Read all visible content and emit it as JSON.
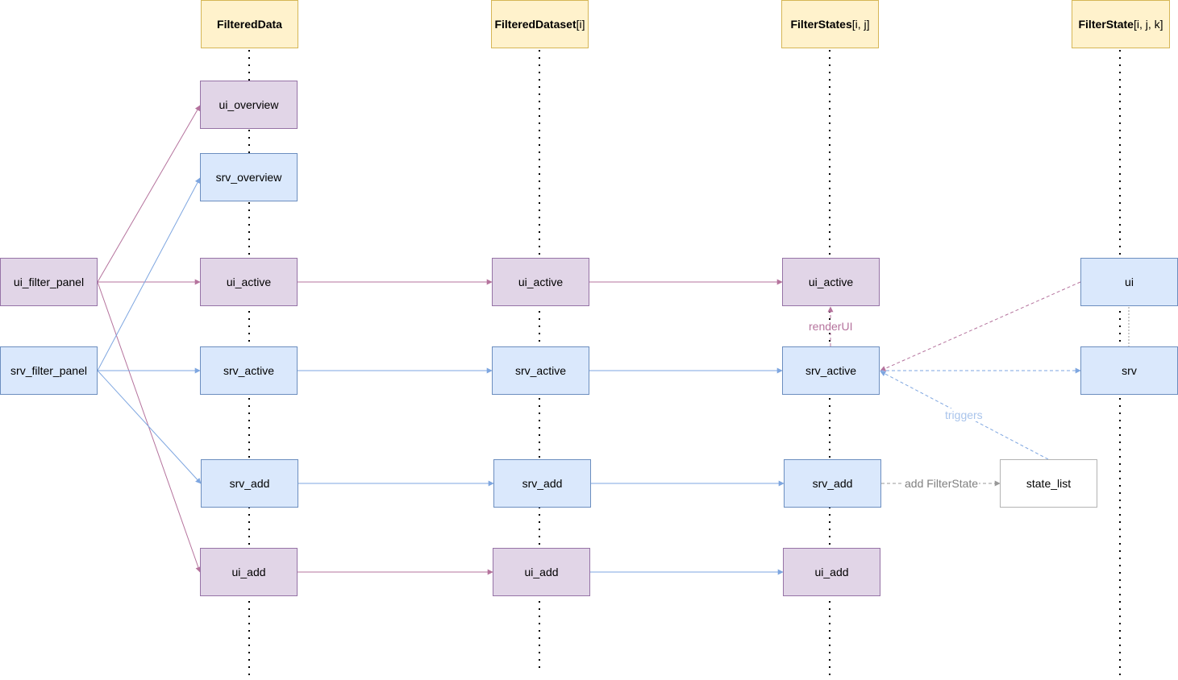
{
  "headers": [
    {
      "id": "h1",
      "bold": "FilteredData",
      "rest": ""
    },
    {
      "id": "h2",
      "bold": "FilteredDataset",
      "rest": "[i]"
    },
    {
      "id": "h3",
      "bold": "FilterStates",
      "rest": "[i, j]"
    },
    {
      "id": "h4",
      "bold": "FilterState",
      "rest": "[i, j, k]"
    }
  ],
  "nodes": {
    "ui_filter_panel": "ui_filter_panel",
    "srv_filter_panel": "srv_filter_panel",
    "fd_ui_overview": "ui_overview",
    "fd_srv_overview": "srv_overview",
    "fd_ui_active": "ui_active",
    "fd_srv_active": "srv_active",
    "fd_srv_add": "srv_add",
    "fd_ui_add": "ui_add",
    "fds_ui_active": "ui_active",
    "fds_srv_active": "srv_active",
    "fds_srv_add": "srv_add",
    "fds_ui_add": "ui_add",
    "fs_ui_active": "ui_active",
    "fs_srv_active": "srv_active",
    "fs_srv_add": "srv_add",
    "fs_ui_add": "ui_add",
    "state_list": "state_list",
    "fst_ui": "ui",
    "fst_srv": "srv"
  },
  "edge_labels": {
    "renderUI": "renderUI",
    "triggers": "triggers",
    "add_filterstate": "add FilterState"
  },
  "colors": {
    "purple_fill": "#e1d5e7",
    "purple_stroke": "#9673a6",
    "purple_edge": "#b5739d",
    "blue_fill": "#dae8fc",
    "blue_stroke": "#6c8ebf",
    "blue_edge": "#7ea6e0",
    "header_fill": "#fff2cc",
    "header_stroke": "#d6b656",
    "gray_edge": "#999999"
  }
}
